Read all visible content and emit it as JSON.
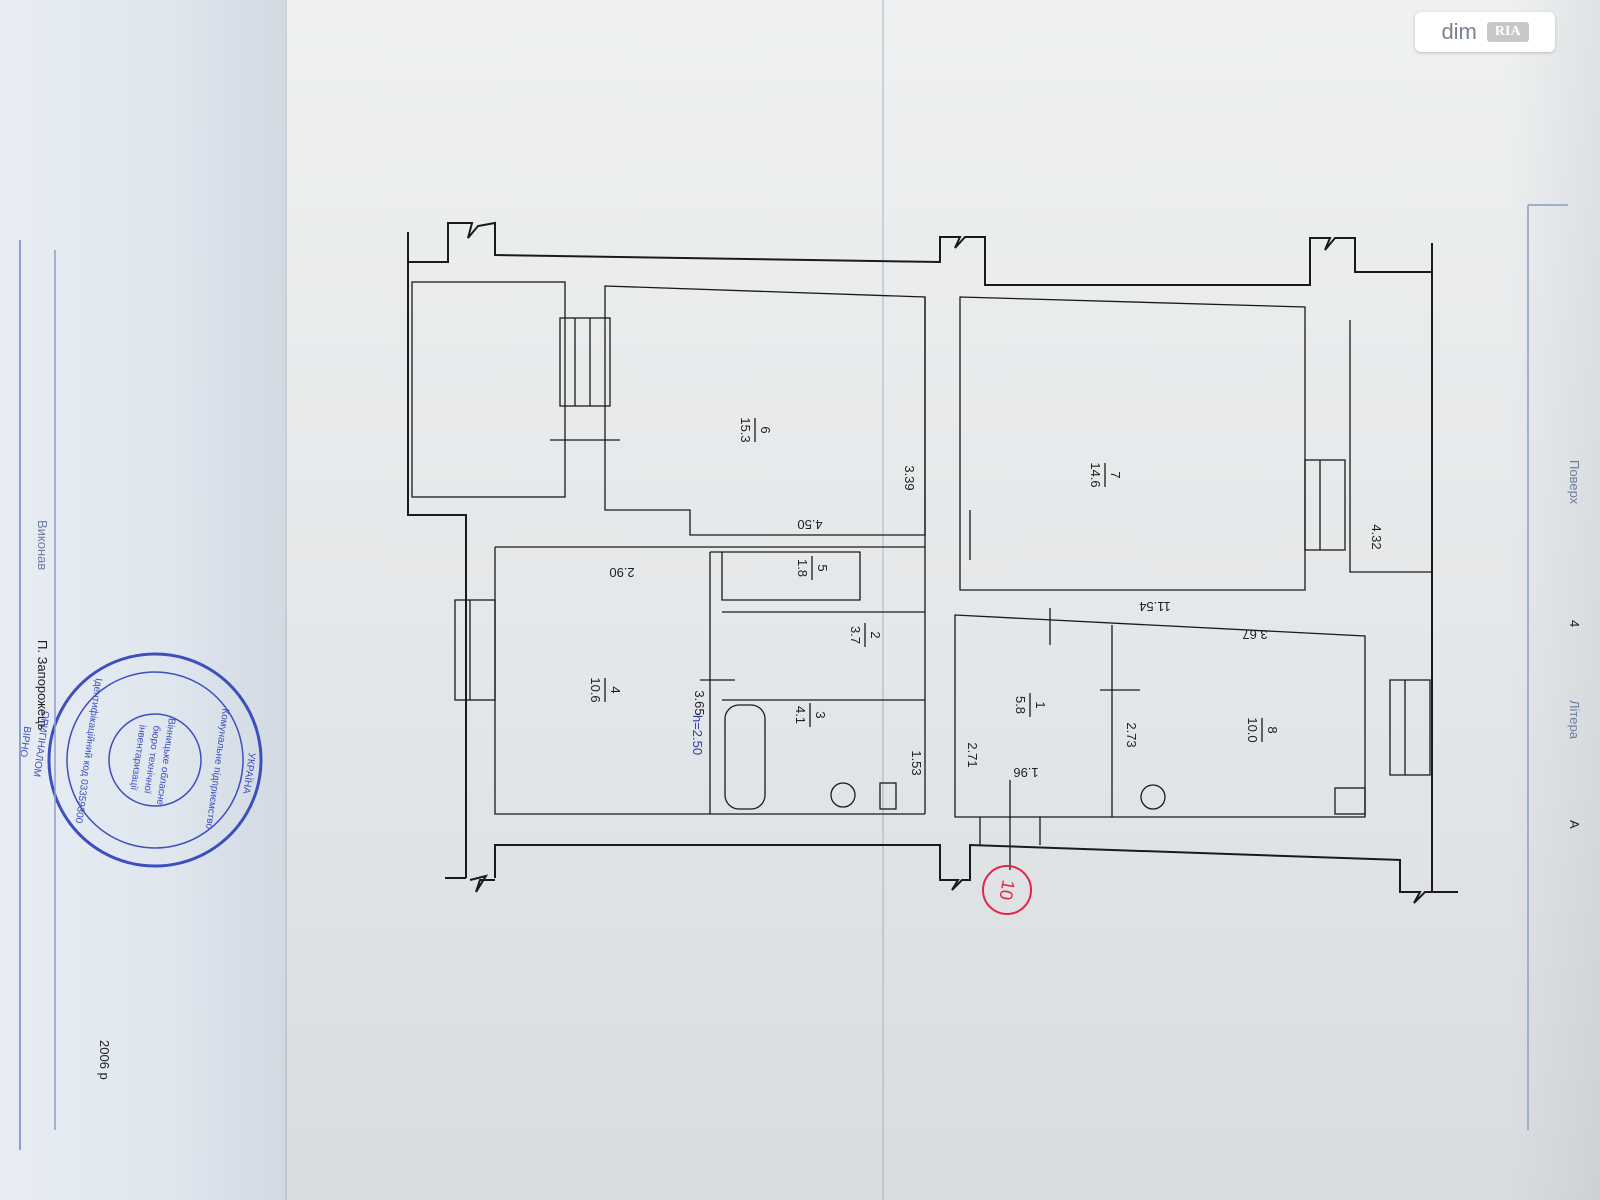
{
  "logo": {
    "text": "dim",
    "badge": "RIA"
  },
  "colors": {
    "ink": "#1a1a1a",
    "stamp": "#3d4fbf",
    "marker": "#e0244b"
  },
  "plan": {
    "rooms": [
      {
        "number": "6",
        "area": "15.3"
      },
      {
        "number": "7",
        "area": "14.6"
      },
      {
        "number": "5",
        "area": "1.8"
      },
      {
        "number": "2",
        "area": "3.7"
      },
      {
        "number": "4",
        "area": "10.6"
      },
      {
        "number": "3",
        "area": "4.1"
      },
      {
        "number": "1",
        "area": "5.8"
      },
      {
        "number": "8",
        "area": "10.0"
      }
    ],
    "dimensions": [
      "4.50",
      "3.39",
      "2.90",
      "3.65",
      "1.53",
      "2.71",
      "1.96",
      "2.73",
      "3.67",
      "11.54",
      "4.32"
    ],
    "ceiling_height": "h=2.50",
    "marker": "10"
  },
  "stamp": {
    "country": "УКРАЇНА",
    "lines": [
      "Комунальне підприємство",
      "Вінницьке обласне",
      "бюро технічної",
      "інвентаризації",
      "ОРИГІНАЛОМ",
      "ВІРНО",
      "Ідентифікаційний код 03359300"
    ]
  },
  "margin": {
    "left_text": "П. Запорожець",
    "left_label": "Виконав",
    "date_fragment": "2006 р",
    "right_labels": [
      "Поверх",
      "Літера"
    ],
    "right_values": [
      "4",
      "А"
    ]
  }
}
